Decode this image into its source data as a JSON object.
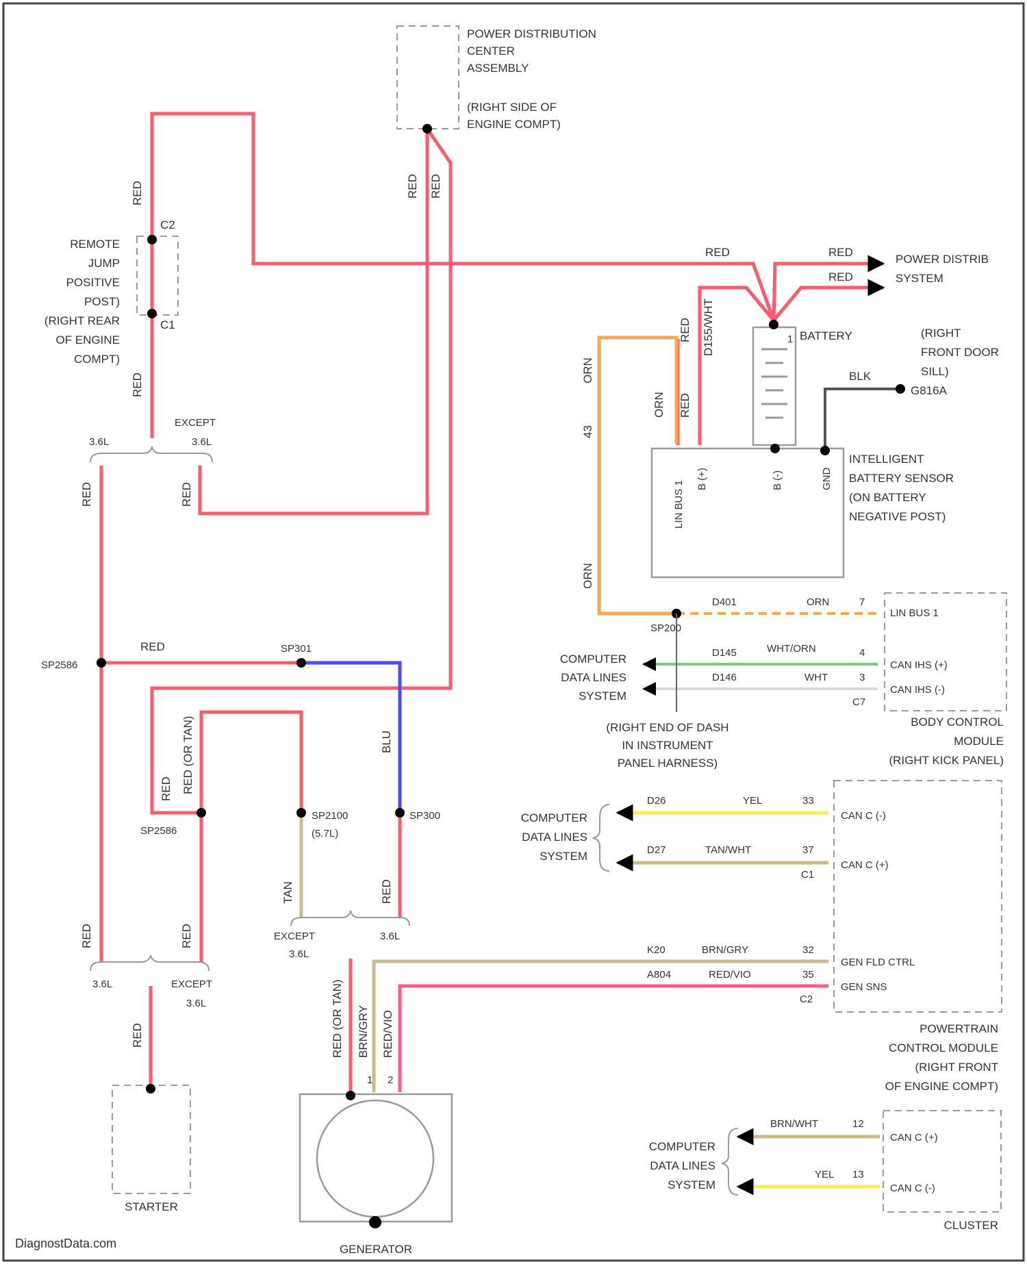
{
  "components": {
    "pdc": [
      "POWER DISTRIBUTION",
      "CENTER",
      "ASSEMBLY",
      "(RIGHT SIDE OF",
      "ENGINE COMPT)"
    ],
    "remote_jump": [
      "REMOTE",
      "JUMP",
      "POSITIVE",
      "POST)",
      "(RIGHT REAR",
      "OF ENGINE",
      "COMPT)"
    ],
    "remote_jump_c2": "C2",
    "remote_jump_c1": "C1",
    "battery": "BATTERY",
    "ground": [
      "(RIGHT",
      "FRONT DOOR",
      "SILL)"
    ],
    "ground_id": "G816A",
    "ibs": [
      "INTELLIGENT",
      "BATTERY SENSOR",
      "(ON BATTERY",
      "NEGATIVE POST)"
    ],
    "ibs_pins": [
      "LIN BUS 1",
      "B (+)",
      "B (-)",
      "GND"
    ],
    "bcm_pins": [
      "LIN BUS 1",
      "CAN IHS (+)",
      "CAN IHS (-)"
    ],
    "bcm": [
      "BODY CONTROL",
      "MODULE",
      "(RIGHT KICK PANEL)"
    ],
    "splice_loc": [
      "(RIGHT END OF DASH",
      "IN INSTRUMENT",
      "PANEL HARNESS)"
    ],
    "pcm_pins": [
      "CAN C (-)",
      "CAN C (+)",
      "GEN FLD CTRL",
      "GEN SNS"
    ],
    "pcm": [
      "POWERTRAIN",
      "CONTROL MODULE",
      "(RIGHT FRONT",
      "OF ENGINE COMPT)"
    ],
    "cluster_pins": [
      "CAN C (+)",
      "CAN C (-)"
    ],
    "cluster": "CLUSTER",
    "starter": "STARTER",
    "generator": "GENERATOR",
    "watermark": "DiagnostData.com"
  },
  "systems": {
    "power_dist": [
      "POWER DISTRIB",
      "SYSTEM"
    ],
    "cdl": [
      "COMPUTER",
      "DATA LINES",
      "SYSTEM"
    ]
  },
  "splices": {
    "sp2586_l": "SP2586",
    "sp301": "SP301",
    "sp2586_m": "SP2586",
    "sp2100": "SP2100",
    "sp2100_note": "(5.7L)",
    "sp300": "SP300",
    "sp200": "SP200"
  },
  "circuits": {
    "d401": "D401",
    "d145": "D145",
    "d146": "D146",
    "d26": "D26",
    "d27": "D27",
    "k20": "K20",
    "a804": "A804",
    "circ43": "43",
    "circ_ibs_orn": "D155/WHT"
  },
  "colors": {
    "red": "RED",
    "orn": "ORN",
    "blu": "BLU",
    "tan": "TAN",
    "blk": "BLK",
    "yel": "YEL",
    "wht": "WHT",
    "wht_orn": "WHT/ORN",
    "tan_wht": "TAN/WHT",
    "brn_gry": "BRN/GRY",
    "red_vio": "RED/VIO",
    "brn_wht": "BRN/WHT",
    "red_or_tan": "RED (OR TAN)"
  },
  "options": {
    "l36": "3.6L",
    "except": "EXCEPT",
    "except36": "3.6L"
  },
  "pins": {
    "bcm_7": "7",
    "bcm_4": "4",
    "bcm_3": "3",
    "bcm_c7": "C7",
    "pcm_33": "33",
    "pcm_37": "37",
    "pcm_c1": "C1",
    "pcm_32": "32",
    "pcm_35": "35",
    "pcm_c2": "C2",
    "cl_12": "12",
    "cl_13": "13",
    "gen_1": "1",
    "gen_2": "2",
    "batt_1": "1"
  }
}
